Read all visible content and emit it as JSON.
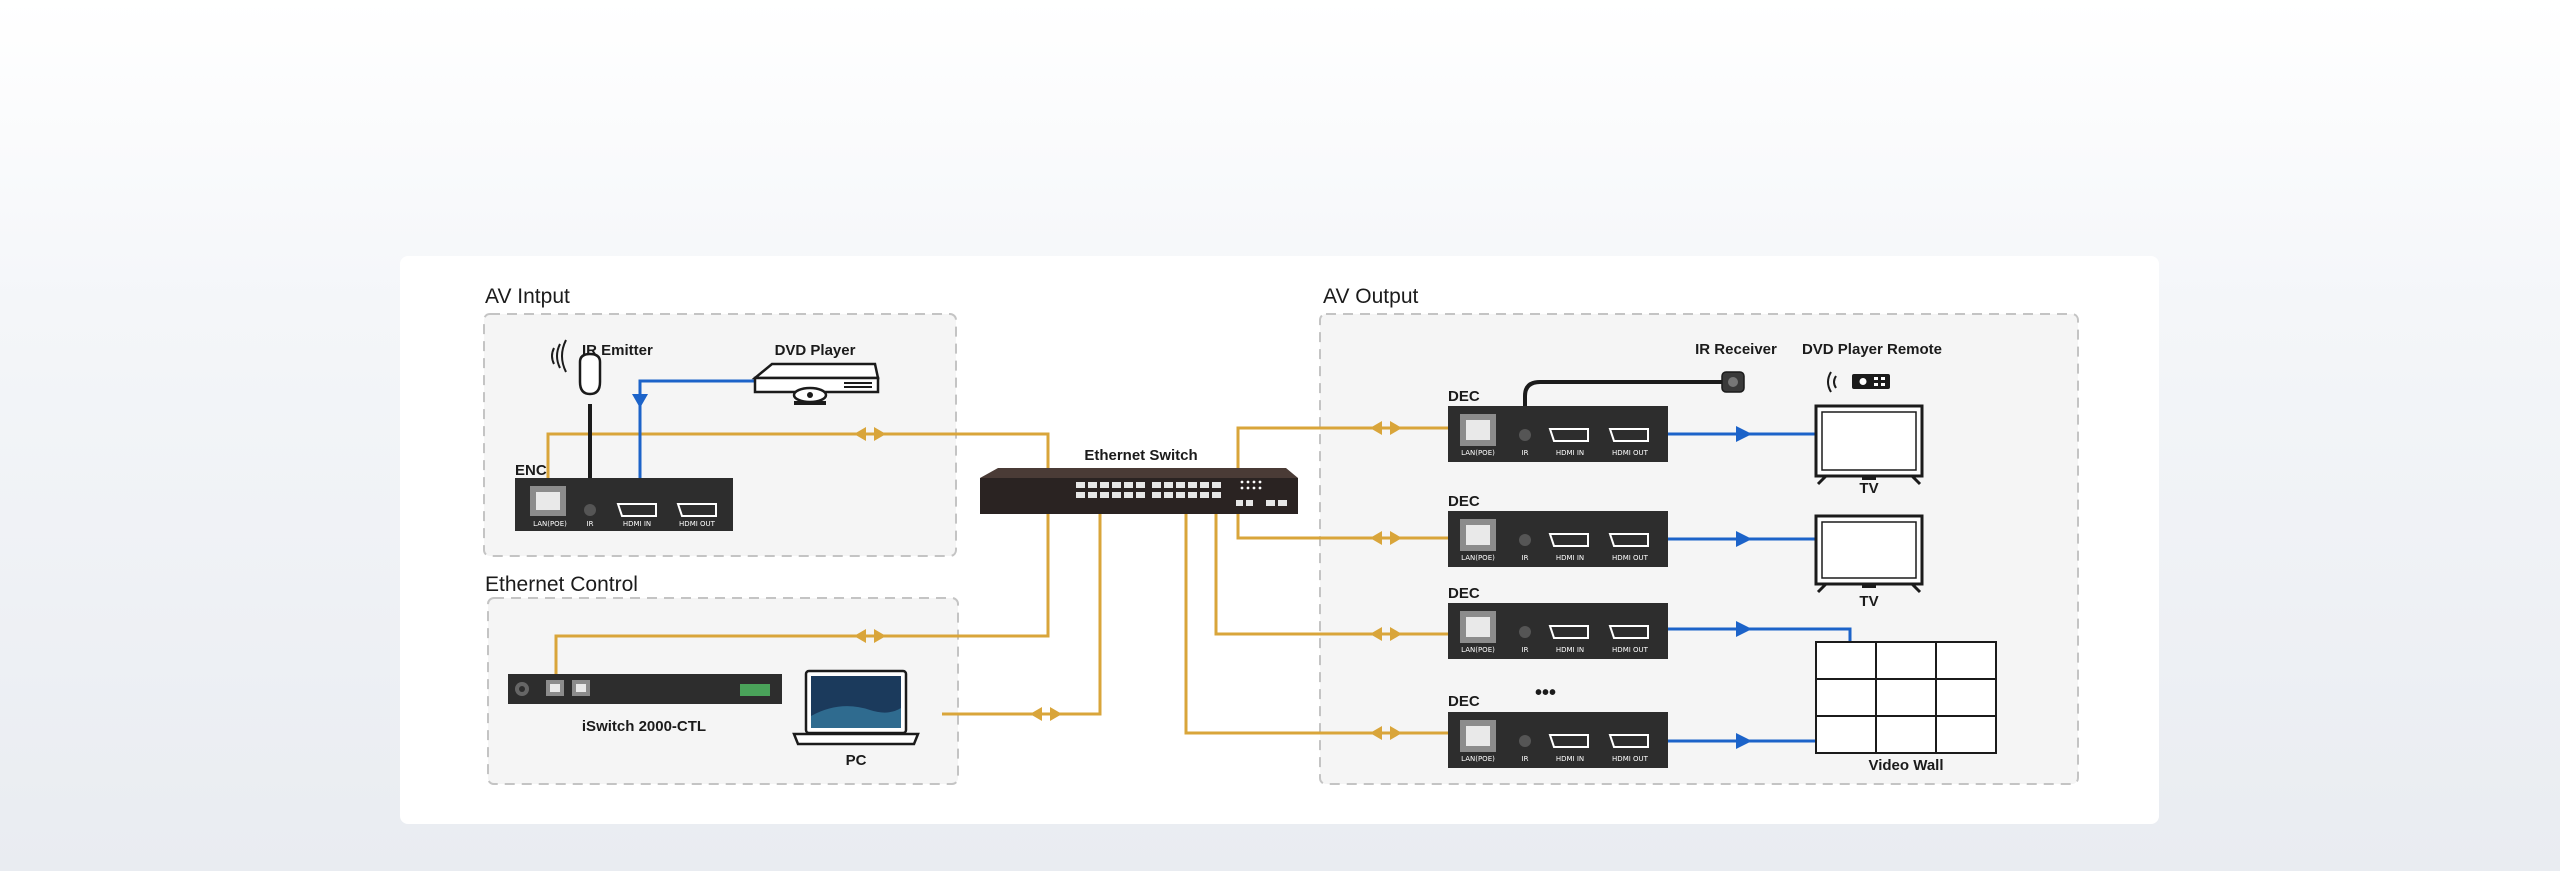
{
  "sections": {
    "av_input": "AV Intput",
    "av_output": "AV Output",
    "ethernet_control": "Ethernet Control"
  },
  "devices": {
    "ir_emitter": "IR Emitter",
    "dvd_player": "DVD Player",
    "enc": "ENC",
    "ethernet_switch": "Ethernet Switch",
    "controller": "iSwitch 2000-CTL",
    "pc": "PC",
    "dec": "DEC",
    "ir_receiver": "IR Receiver",
    "dvd_remote": "DVD Player Remote",
    "tv": "TV",
    "video_wall": "Video Wall",
    "ellipsis": "•••"
  },
  "ports": {
    "lan": "LAN(POE)",
    "ir": "IR",
    "hdmi_in": "HDMI IN",
    "hdmi_out": "HDMI OUT"
  },
  "colors": {
    "ethernet_line": "#d9a53a",
    "hdmi_line": "#1c63c9",
    "ir_cable": "#1b1b1b",
    "device_body": "#2d2d2d"
  },
  "icons": [
    "ir-emitter-icon",
    "dvd-player-icon",
    "encoder-device-icon",
    "ethernet-switch-icon",
    "controller-device-icon",
    "laptop-icon",
    "decoder-device-icon",
    "ir-receiver-icon",
    "remote-control-icon",
    "tv-icon",
    "video-wall-icon",
    "bidirectional-arrow-icon"
  ]
}
